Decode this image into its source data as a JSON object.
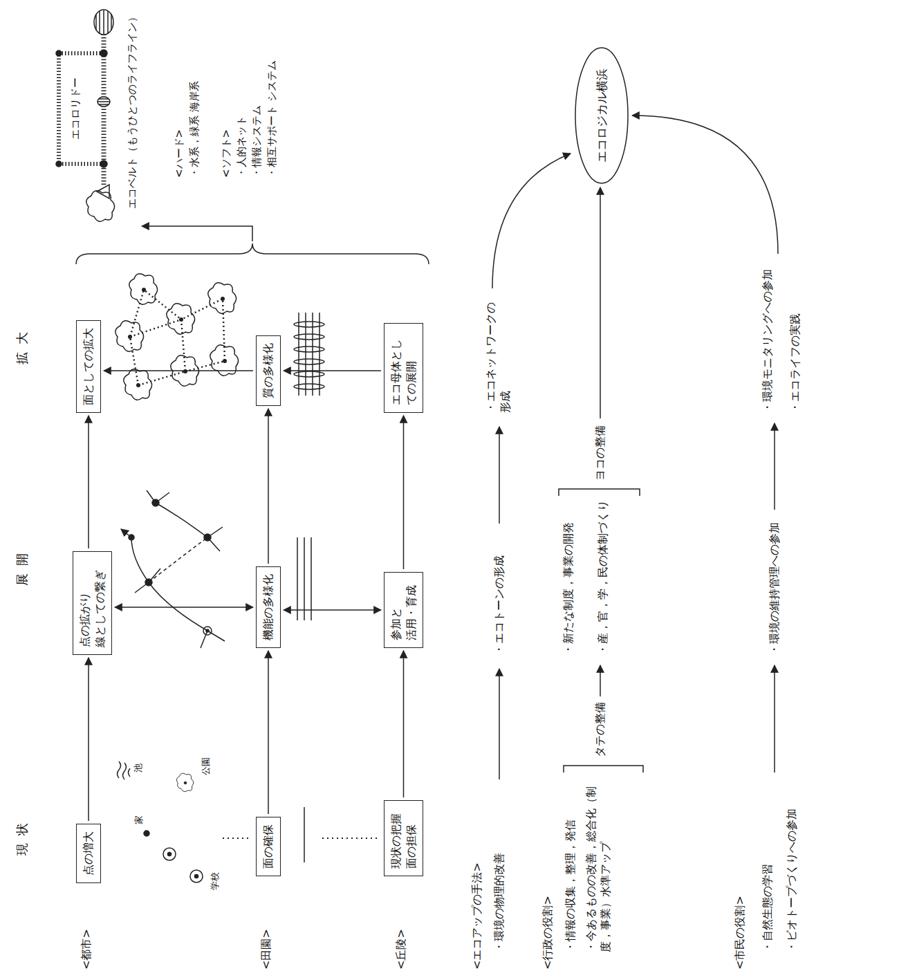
{
  "diagram": {
    "nodes": [
      {
        "text": [
          "点の増大"
        ]
      },
      {
        "text": [
          "点の拡がり 線としての繋ぎ"
        ]
      },
      {
        "text": [
          "面としての拡大"
        ]
      },
      {
        "text": [
          "面の確保"
        ]
      },
      {
        "text": [
          "機能の多様化"
        ]
      },
      {
        "text": [
          "質の多様化"
        ]
      },
      {
        "text": [
          "現状の把握 面の担保"
        ]
      },
      {
        "text": [
          "参加と 活用・育成"
        ]
      },
      {
        "text": [
          "エコ母体としての展開"
        ]
      },
      {
        "text": [
          "エコロジカル横浜"
        ]
      }
    ],
    "edges": [
      {
        "from": 0,
        "to": 1,
        "arrow": "to"
      },
      {
        "from": 1,
        "to": 2,
        "arrow": "to"
      },
      {
        "from": 3,
        "to": 4,
        "arrow": "to"
      },
      {
        "from": 4,
        "to": 5,
        "arrow": "to"
      },
      {
        "from": 6,
        "to": 7,
        "arrow": "to"
      },
      {
        "from": 7,
        "to": 8,
        "arrow": "to"
      },
      {
        "from": 1,
        "to": 4,
        "arrow": "both"
      },
      {
        "from": 4,
        "to": 7,
        "arrow": "both"
      },
      {
        "from": 5,
        "to": 2,
        "arrow": "to"
      },
      {
        "from": 8,
        "to": 5,
        "arrow": "to"
      }
    ],
    "labels": [
      "現状",
      "展開",
      "拡大",
      "<都市>",
      "<田園>",
      "<丘陵>",
      "学校",
      "家",
      "公園",
      "池",
      "エコロリドー",
      "エコベルト（もうひとつのライフライン）",
      "<ハード>",
      "・水系，緑系 海岸系",
      "<ソフト>",
      "・人的ネット",
      "・情報システム",
      "・相互サポート システム",
      "<エコアップの手法>",
      "・環境の物理的改善",
      "・エコトーンの形成",
      "・エコネットワークの形成",
      "<行政の役割>",
      "・情報の収集，整理，発信",
      "・今あるものの改善，総合化（制度，事業）水準アップ",
      "タテの整備",
      "・新たな制度，事業の開発",
      "・産，官，学，民の体制づくり",
      "ヨコの整備",
      "<市民の役割>",
      "・自然生態の学習",
      "・ビオトープづくりへの参加",
      "・環境の維持管理への参加",
      "・環境モニタリングへの参加",
      "・エコライフの実践"
    ]
  }
}
